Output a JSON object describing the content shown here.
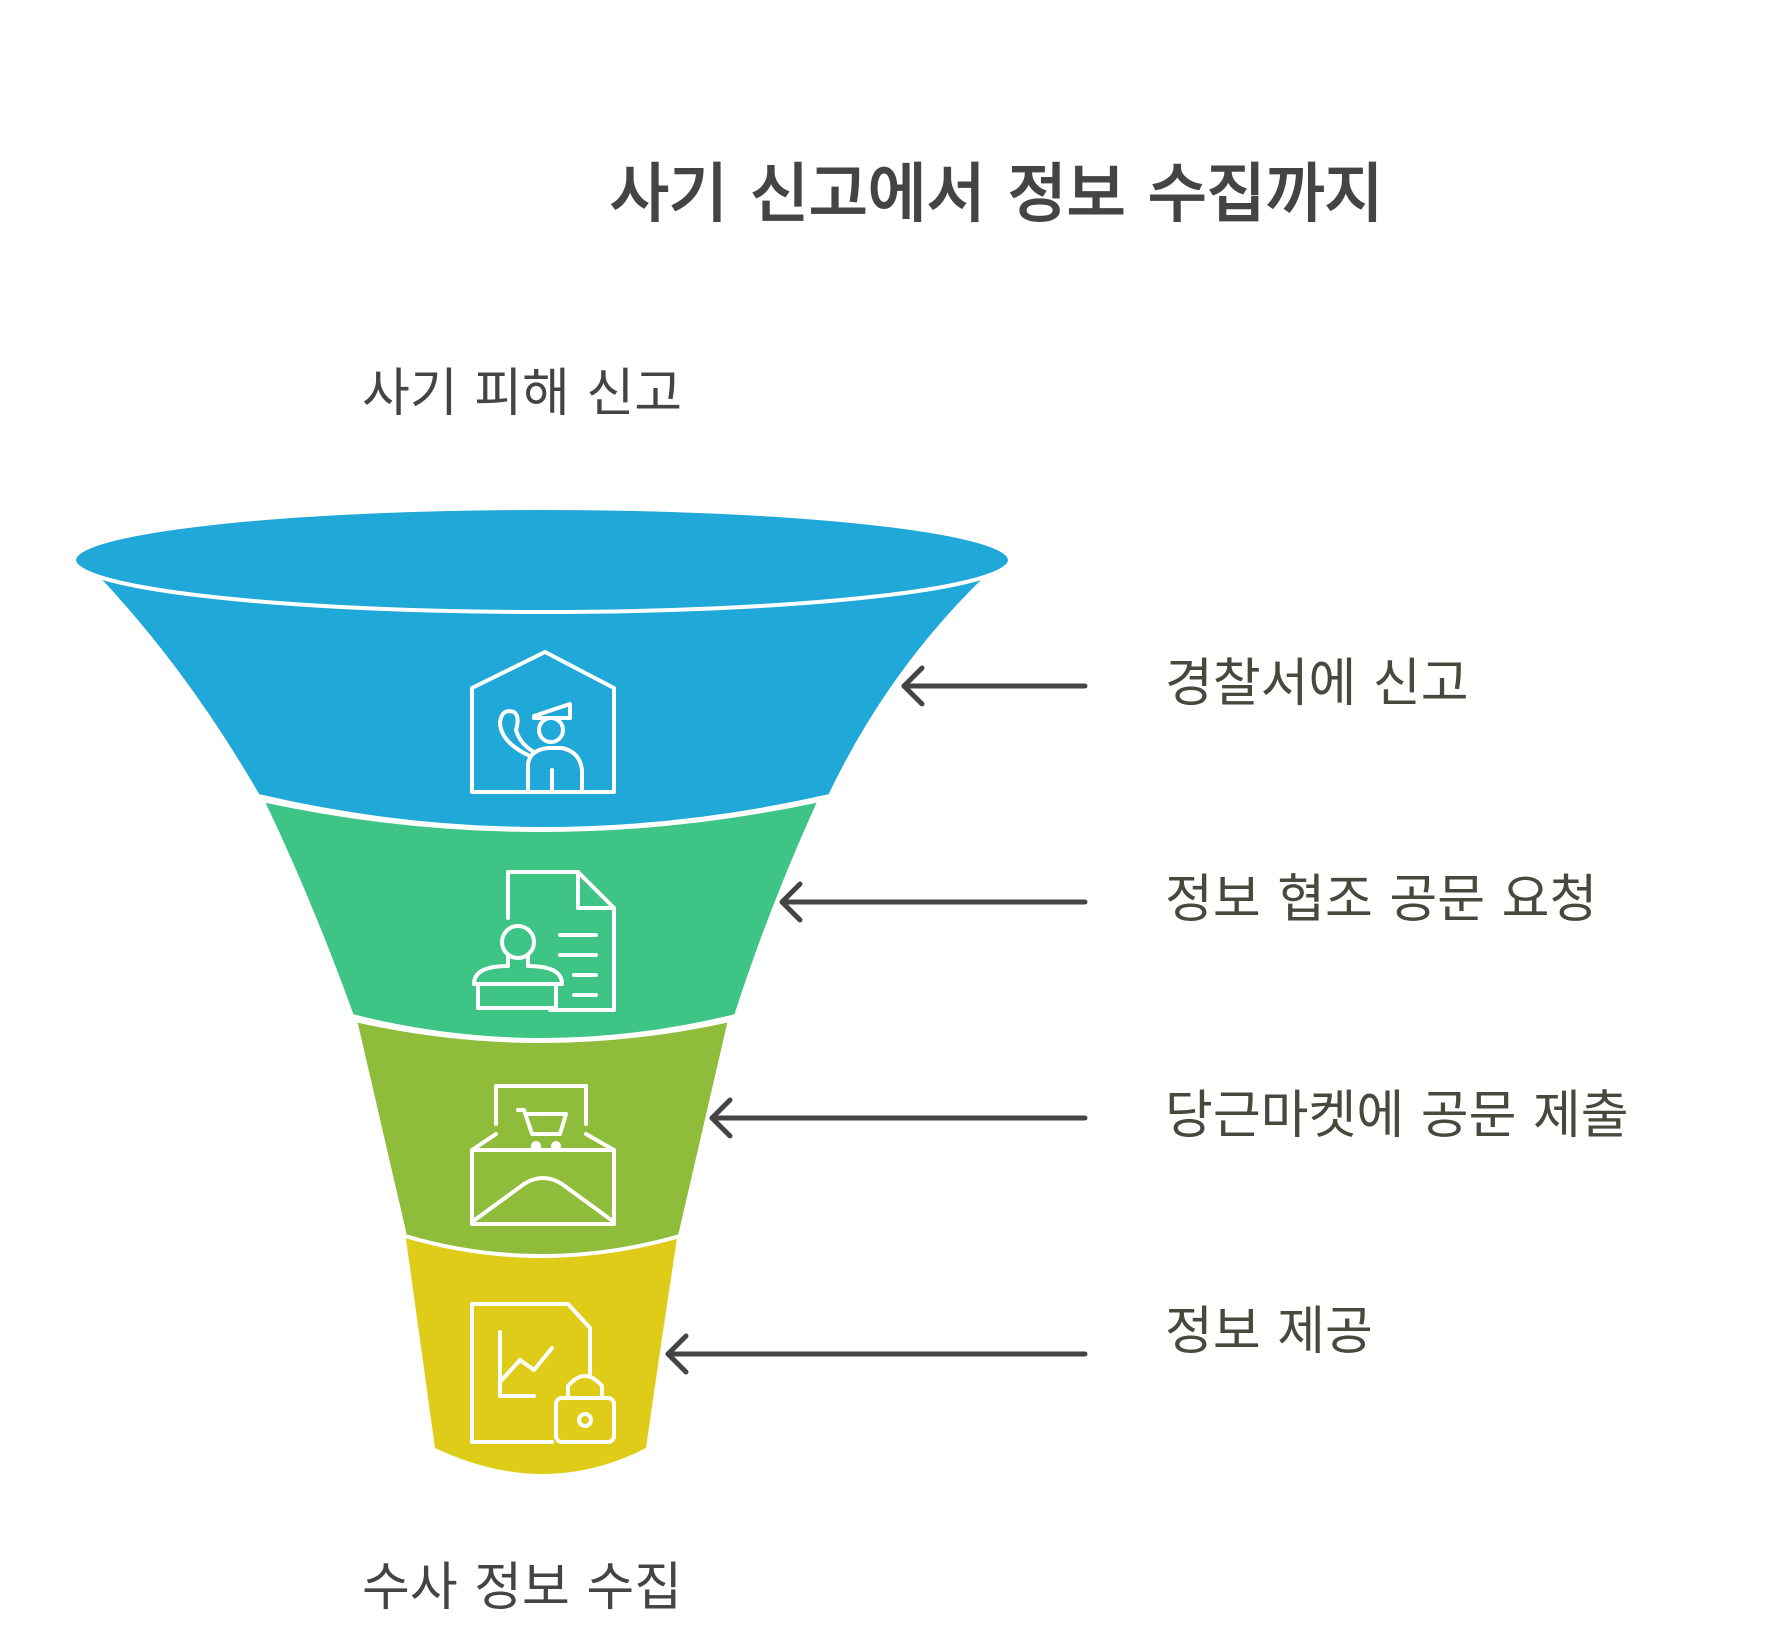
{
  "title": "사기 신고에서 정보 수집까지",
  "top_label": "사기 피해 신고",
  "bottom_label": "수사 정보 수집",
  "stages": [
    {
      "label": "경찰서에 신고",
      "icon": "police-station-icon",
      "color": "#20a8d8"
    },
    {
      "label": "정보 협조 공문 요청",
      "icon": "document-stamp-icon",
      "color": "#3ec484"
    },
    {
      "label": "당근마켓에 공문 제출",
      "icon": "envelope-cart-icon",
      "color": "#8fbc3a"
    },
    {
      "label": "정보 제공",
      "icon": "locked-chart-file-icon",
      "color": "#dfcc18"
    }
  ]
}
